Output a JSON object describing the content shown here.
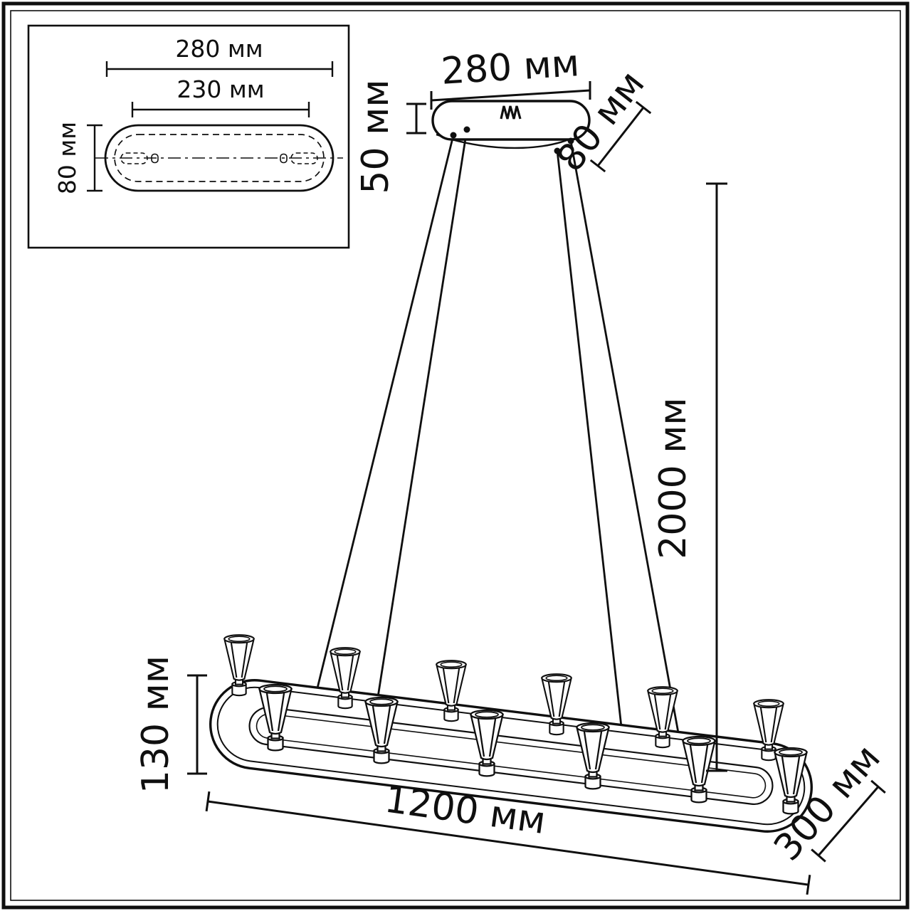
{
  "inset": {
    "outer_width_label": "280 мм",
    "mount_spacing_label": "230 мм",
    "depth_label": "80 мм"
  },
  "main": {
    "canopy_width_label": "280 мм",
    "canopy_height_label": "50 мм",
    "canopy_depth_label": "80 мм",
    "cable_length_label": "2000 мм",
    "fixture_height_label": "130 мм",
    "fixture_length_label": "1200 мм",
    "fixture_depth_label": "300 мм"
  },
  "colors": {
    "line": "#0f0f0f",
    "background": "#ffffff"
  }
}
